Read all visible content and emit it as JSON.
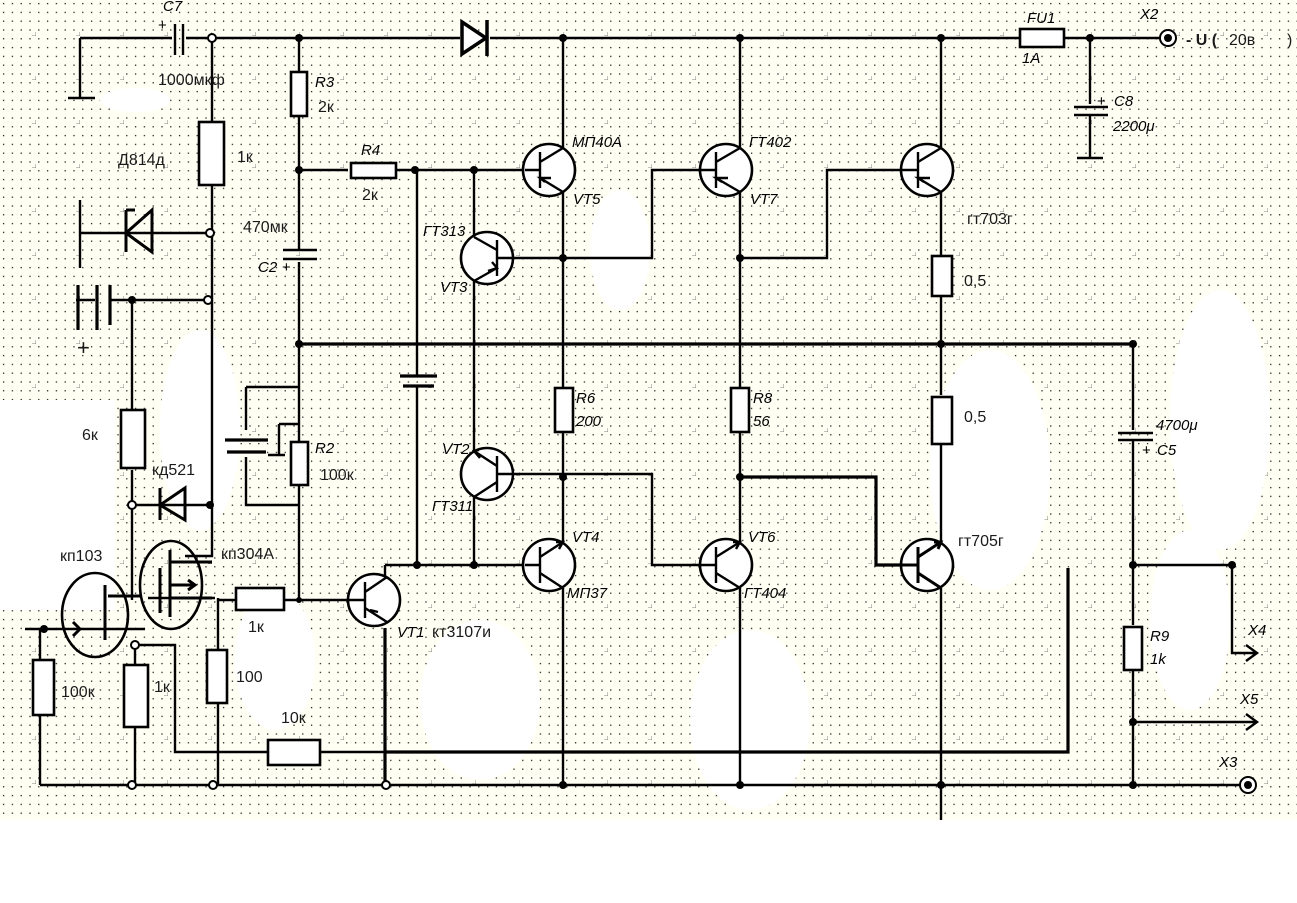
{
  "diagram": {
    "type": "circuit-schematic",
    "background_color": "#fffff4",
    "grid_dot_color": "#000000",
    "supply": {
      "terminal": "X2",
      "label_prefix": "- U (",
      "value": "20в",
      "label_suffix": ")"
    },
    "terminals": {
      "x3": "X3",
      "x4": "X4",
      "x5": "X5"
    },
    "components": {
      "c7": {
        "ref": "C7",
        "value": "1000мкф",
        "plus": "+"
      },
      "r3": {
        "ref": "R3",
        "value": "2к"
      },
      "r4": {
        "ref": "R4",
        "value": "2к"
      },
      "r_1k_top": {
        "value": "1к"
      },
      "d814": {
        "value": "Д814д"
      },
      "c2": {
        "ref": "C2",
        "value": "470мк",
        "plus": "+"
      },
      "c_left_plus": "+",
      "r_6k": {
        "value": "6к"
      },
      "kd521": {
        "value": "кд521"
      },
      "r2": {
        "ref": "R2",
        "value": "100к"
      },
      "kp103": {
        "value": "кп103"
      },
      "kp304": {
        "value": "кп304А"
      },
      "r_1k_gate": {
        "value": "1к"
      },
      "r_100k": {
        "value": "100к"
      },
      "r_1k_src": {
        "value": "1к"
      },
      "r_100": {
        "value": "100"
      },
      "r_10k": {
        "value": "10к"
      },
      "vt1": {
        "ref": "VT1",
        "type": "кт3107и"
      },
      "vt2": {
        "ref": "VT2",
        "type": "ГТ311"
      },
      "vt3": {
        "ref": "VT3",
        "type": "ГТ313"
      },
      "vt4": {
        "ref": "VT4",
        "type": "МП37"
      },
      "vt5": {
        "ref": "VT5",
        "type": "МП40А"
      },
      "vt6": {
        "ref": "VT6",
        "type": "ГТ404"
      },
      "vt7": {
        "ref": "VT7",
        "type": "ГТ402"
      },
      "q_top": {
        "type": "гт703г"
      },
      "q_bot": {
        "type": "гт705г"
      },
      "r6": {
        "ref": "R6",
        "value": "200"
      },
      "r8": {
        "ref": "R8",
        "value": "56"
      },
      "r_e1": {
        "value": "0,5"
      },
      "r_e2": {
        "value": "0,5"
      },
      "fu1": {
        "ref": "FU1",
        "value": "1A"
      },
      "c8": {
        "ref": "C8",
        "value": "2200μ",
        "plus": "+"
      },
      "c5": {
        "ref": "C5",
        "value": "4700μ",
        "plus": "+"
      },
      "r9": {
        "ref": "R9",
        "value": "1k"
      }
    }
  }
}
